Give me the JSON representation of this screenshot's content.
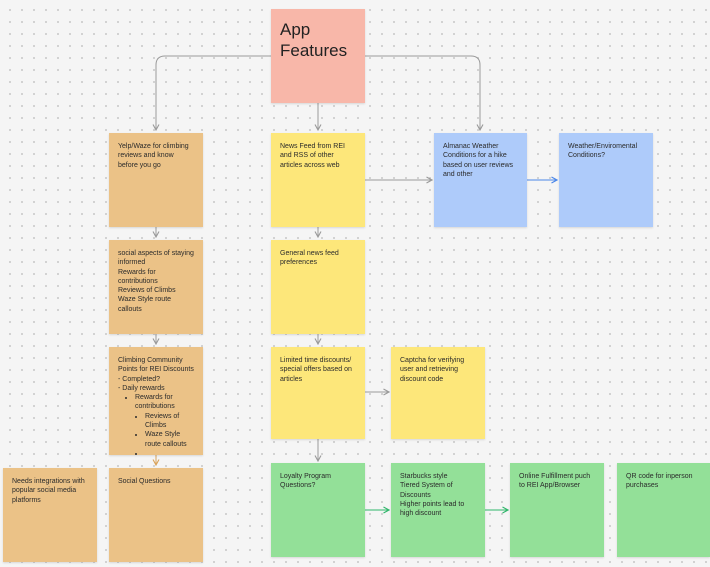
{
  "board": {
    "title": {
      "line1": "App",
      "line2": "Features"
    },
    "colors": {
      "orange": "#ebc287",
      "yellow": "#fde77a",
      "blue": "#aecbfa",
      "green": "#93e098",
      "pink": "#f8b7a9",
      "connector_gray": "#9a9a9a",
      "connector_blue": "#4a86e8",
      "connector_orange": "#d9a35a",
      "connector_green": "#2fb66a"
    },
    "notes": {
      "yelp": "Yelp/Waze for climbing reviews and know before you go",
      "social_aspects": [
        "social aspects of staying informed",
        "Rewards for contributions",
        "Reviews of Climbs",
        "Waze Style route callouts"
      ],
      "climbing": {
        "lines": [
          "Climbing Community Points for REI Discounts",
          "- Completed?",
          "- Daily rewards"
        ],
        "bullet": "Rewards for contributions",
        "sub_bullets": [
          "Reviews of Climbs",
          "Waze Style route callouts",
          ""
        ]
      },
      "social_questions": "Social Questions",
      "integrations": "Needs integrations with popular social media platforms",
      "news_feed": "News Feed from REI and RSS of other articles across web",
      "general_news": "General news feed preferences",
      "limited_time": "Limited time discounts/ special offers based on articles",
      "captcha": "Captcha for verifying user and retrieving discount code",
      "almanac": "Almanac Weather Conditions for a hike based on user reviews and other",
      "weather": "Weather/Enviromental Conditions?",
      "loyalty": "Loyalty Program Questions?",
      "starbucks": [
        "Starbucks style",
        "Tiered System of Discounts",
        "Higher points lead to high discount"
      ],
      "online": "Online Fulfillment puch to REI App/Browser",
      "qr": "QR code for inperson purchases"
    }
  }
}
